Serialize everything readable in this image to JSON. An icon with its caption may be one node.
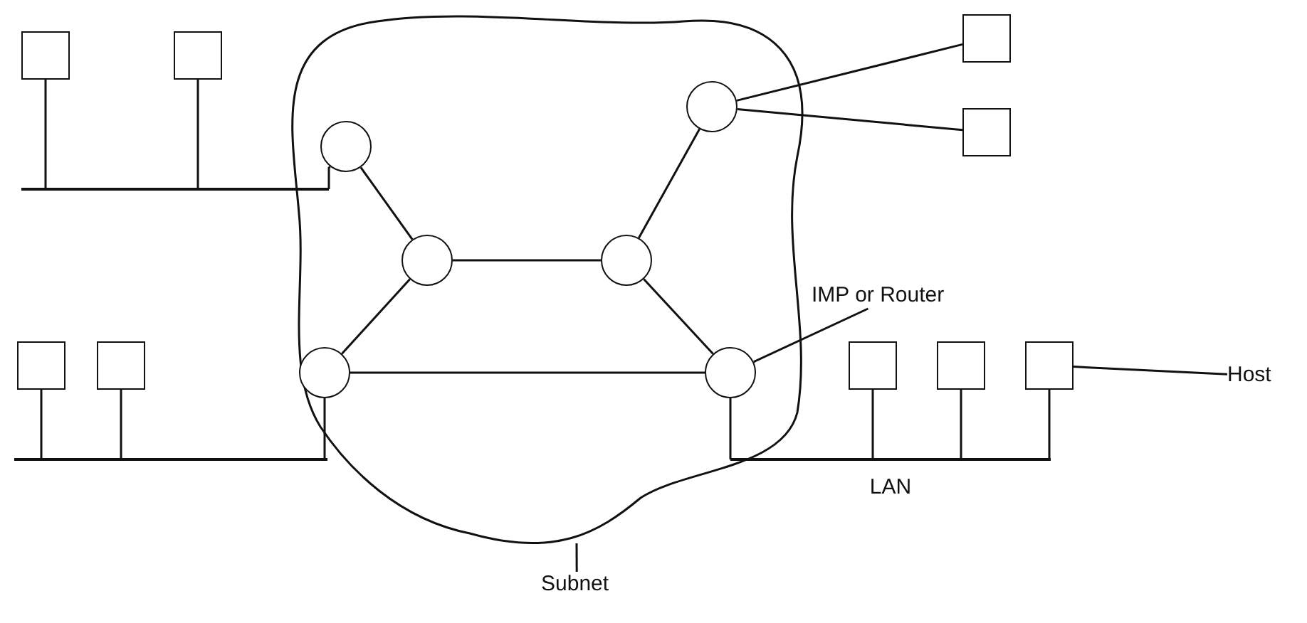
{
  "diagram": {
    "nodes": [
      {
        "text": [],
        "shape": "cloud"
      },
      {
        "text": [],
        "shape": "circle",
        "in": 0
      },
      {
        "text": [],
        "shape": "circle",
        "in": 0
      },
      {
        "text": [],
        "shape": "circle",
        "in": 0
      },
      {
        "text": [],
        "shape": "circle",
        "in": 0
      },
      {
        "text": [],
        "shape": "circle",
        "in": 0
      },
      {
        "text": [],
        "shape": "circle",
        "in": 0
      },
      {
        "text": [],
        "shape": "box"
      },
      {
        "text": [],
        "shape": "box"
      },
      {
        "text": [],
        "shape": "bar"
      },
      {
        "text": [],
        "shape": "box"
      },
      {
        "text": [],
        "shape": "box"
      },
      {
        "text": [],
        "shape": "box"
      },
      {
        "text": [],
        "shape": "box"
      },
      {
        "text": [],
        "shape": "bar"
      },
      {
        "text": [],
        "shape": "box"
      },
      {
        "text": [],
        "shape": "box"
      },
      {
        "text": [],
        "shape": "box"
      },
      {
        "text": [],
        "shape": "bar",
        "beside": [
          "LAN"
        ]
      },
      {
        "text": [
          "IMP or Router"
        ]
      },
      {
        "text": [
          "Host"
        ]
      },
      {
        "text": [
          "Subnet"
        ]
      }
    ],
    "edges": [
      {
        "from": 1,
        "to": 3,
        "arrow": "none"
      },
      {
        "from": 3,
        "to": 4,
        "arrow": "none"
      },
      {
        "from": 4,
        "to": 2,
        "arrow": "none"
      },
      {
        "from": 3,
        "to": 5,
        "arrow": "none"
      },
      {
        "from": 4,
        "to": 6,
        "arrow": "none"
      },
      {
        "from": 5,
        "to": 6,
        "arrow": "none"
      },
      {
        "from": 2,
        "to": 10,
        "arrow": "none"
      },
      {
        "from": 2,
        "to": 11,
        "arrow": "none"
      },
      {
        "from": 7,
        "to": 9,
        "arrow": "none"
      },
      {
        "from": 8,
        "to": 9,
        "arrow": "none"
      },
      {
        "from": 9,
        "to": 1,
        "arrow": "none"
      },
      {
        "from": 12,
        "to": 14,
        "arrow": "none"
      },
      {
        "from": 13,
        "to": 14,
        "arrow": "none"
      },
      {
        "from": 5,
        "to": 14,
        "arrow": "none"
      },
      {
        "from": 15,
        "to": 18,
        "arrow": "none"
      },
      {
        "from": 16,
        "to": 18,
        "arrow": "none"
      },
      {
        "from": 17,
        "to": 18,
        "arrow": "none"
      },
      {
        "from": 6,
        "to": 18,
        "arrow": "none"
      },
      {
        "from": 19,
        "to": 6,
        "arrow": "none"
      },
      {
        "from": 20,
        "to": 17,
        "arrow": "none"
      },
      {
        "from": 21,
        "to": 0,
        "arrow": "none"
      }
    ]
  }
}
